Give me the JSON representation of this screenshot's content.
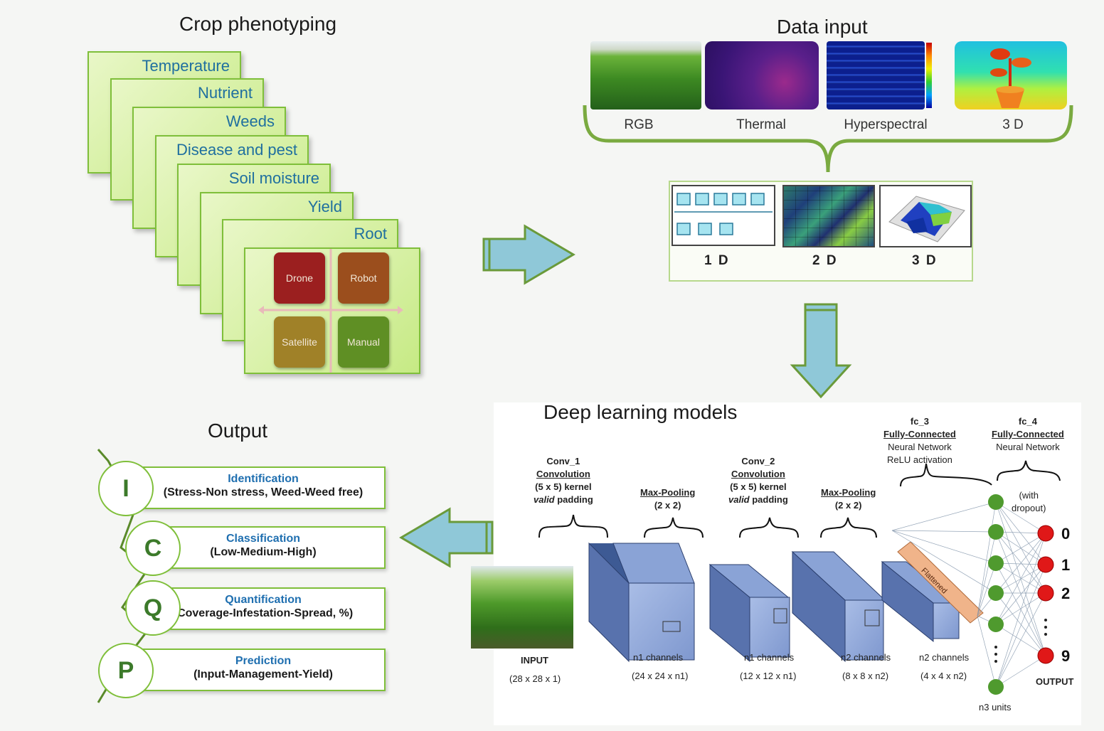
{
  "titles": {
    "crop": "Crop phenotyping",
    "data_input": "Data input",
    "deep_learning": "Deep learning models",
    "output": "Output"
  },
  "phenotyping_cards": [
    "Temperature",
    "Nutrient",
    "Weeds",
    "Disease and pest",
    "Soil moisture",
    "Yield",
    "Root"
  ],
  "platforms": [
    "Drone",
    "Robot",
    "Satellite",
    "Manual"
  ],
  "data_types": [
    "RGB",
    "Thermal",
    "Hyperspectral",
    "3 D"
  ],
  "dimensions": [
    "1 D",
    "2 D",
    "3 D"
  ],
  "outputs": [
    {
      "letter": "I",
      "title": "Identification",
      "desc": "(Stress-Non stress, Weed-Weed free)"
    },
    {
      "letter": "C",
      "title": "Classification",
      "desc": "(Low-Medium-High)"
    },
    {
      "letter": "Q",
      "title": "Quantification",
      "desc": "(Coverage-Infestation-Spread, %)"
    },
    {
      "letter": "P",
      "title": "Prediction",
      "desc": "(Input-Management-Yield)"
    }
  ],
  "cnn": {
    "conv1": {
      "name": "Conv_1",
      "type": "Convolution",
      "kernel": "(5 x 5) kernel",
      "padding_pre": "valid",
      "padding_post": " padding"
    },
    "pool1": {
      "name": "Max-Pooling",
      "size": "(2 x 2)"
    },
    "conv2": {
      "name": "Conv_2",
      "type": "Convolution",
      "kernel": "(5 x 5) kernel",
      "padding_pre": "valid",
      "padding_post": " padding"
    },
    "pool2": {
      "name": "Max-Pooling",
      "size": "(2 x 2)"
    },
    "fc3": {
      "name": "fc_3",
      "type": "Fully-Connected",
      "line1": "Neural Network",
      "line2": "ReLU activation"
    },
    "fc4": {
      "name": "fc_4",
      "type": "Fully-Connected",
      "line1": "Neural Network"
    },
    "dropout": "(with\ndropout)",
    "flattened": "Flattened",
    "input_label": "INPUT",
    "input_size": "(28 x 28 x 1)",
    "layers": [
      {
        "channels": "n1 channels",
        "size": "(24 x 24 x n1)"
      },
      {
        "channels": "n1 channels",
        "size": "(12 x 12 x n1)"
      },
      {
        "channels": "n2 channels",
        "size": "(8 x 8 x n2)"
      },
      {
        "channels": "n2 channels",
        "size": "(4 x 4 x n2)"
      }
    ],
    "units": "n3 units",
    "output_label": "OUTPUT",
    "digits": [
      "0",
      "1",
      "2",
      "9"
    ]
  },
  "colors": {
    "card_border": "#7fbf3a",
    "label_blue": "#1f6f9f",
    "arrow": "#8fc8d8",
    "cube": "#6d84b8",
    "node_green": "#4f9a2e",
    "node_red": "#e01818"
  }
}
